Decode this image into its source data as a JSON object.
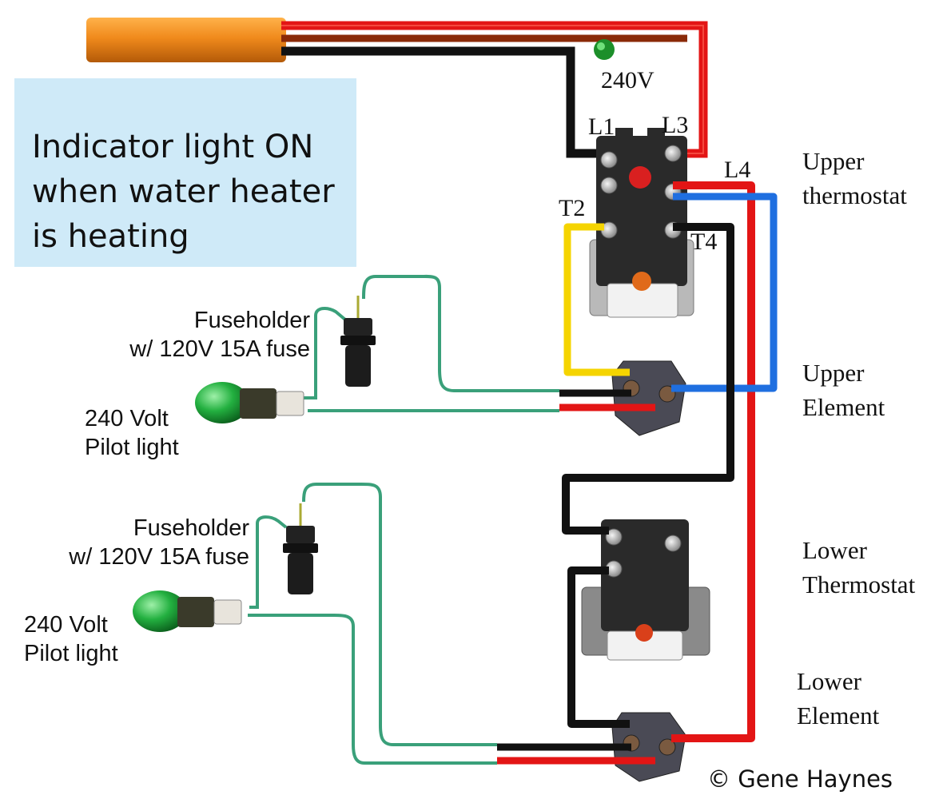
{
  "callout": {
    "text": "Indicator light ON\nwhen water heater\nis heating"
  },
  "supply": {
    "voltage_label": "240V"
  },
  "terminals": {
    "l1": "L1",
    "l3": "L3",
    "l4": "L4",
    "t2": "T2",
    "t4": "T4"
  },
  "components": {
    "upper_thermostat": "Upper\nthermostat",
    "upper_element": "Upper\nElement",
    "lower_thermostat": "Lower\nThermostat",
    "lower_element": "Lower\nElement"
  },
  "upper_circuit": {
    "fuseholder": "Fuseholder\nw/ 120V 15A fuse",
    "pilot": "240 Volt\nPilot light"
  },
  "lower_circuit": {
    "fuseholder": "Fuseholder\nw/ 120V 15A fuse",
    "pilot": "240 Volt\nPilot light"
  },
  "copyright": "© Gene Haynes",
  "colors": {
    "hot_red": "#e31515",
    "hot_black": "#111111",
    "neutral_blue": "#1f6fe0",
    "yellow": "#f5d400",
    "pilot_wire": "#3aa07a",
    "cable_orange": "#f08a1c",
    "callout_bg": "#cfeaf8",
    "lamp_green": "#1fa53a"
  }
}
